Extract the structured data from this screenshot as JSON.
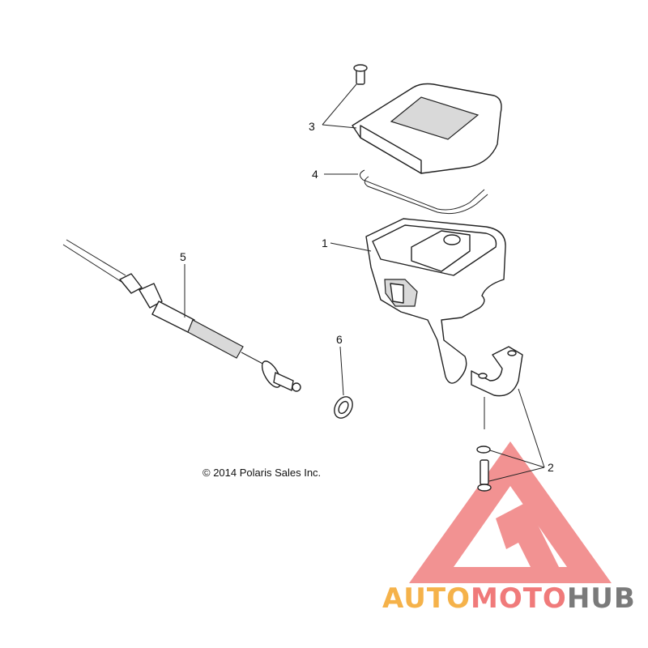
{
  "callouts": {
    "c1": "1",
    "c2": "2",
    "c3": "3",
    "c4": "4",
    "c5": "5",
    "c6": "6"
  },
  "copyright": "© 2014 Polaris Sales Inc.",
  "watermark": {
    "part1": "AUTO",
    "part2": "MOTO",
    "part3": "HUB",
    "colors": {
      "auto": "#f5b24a",
      "moto": "#f07a7a",
      "hub": "#7a7a7a",
      "triangle": "#f08080"
    }
  }
}
